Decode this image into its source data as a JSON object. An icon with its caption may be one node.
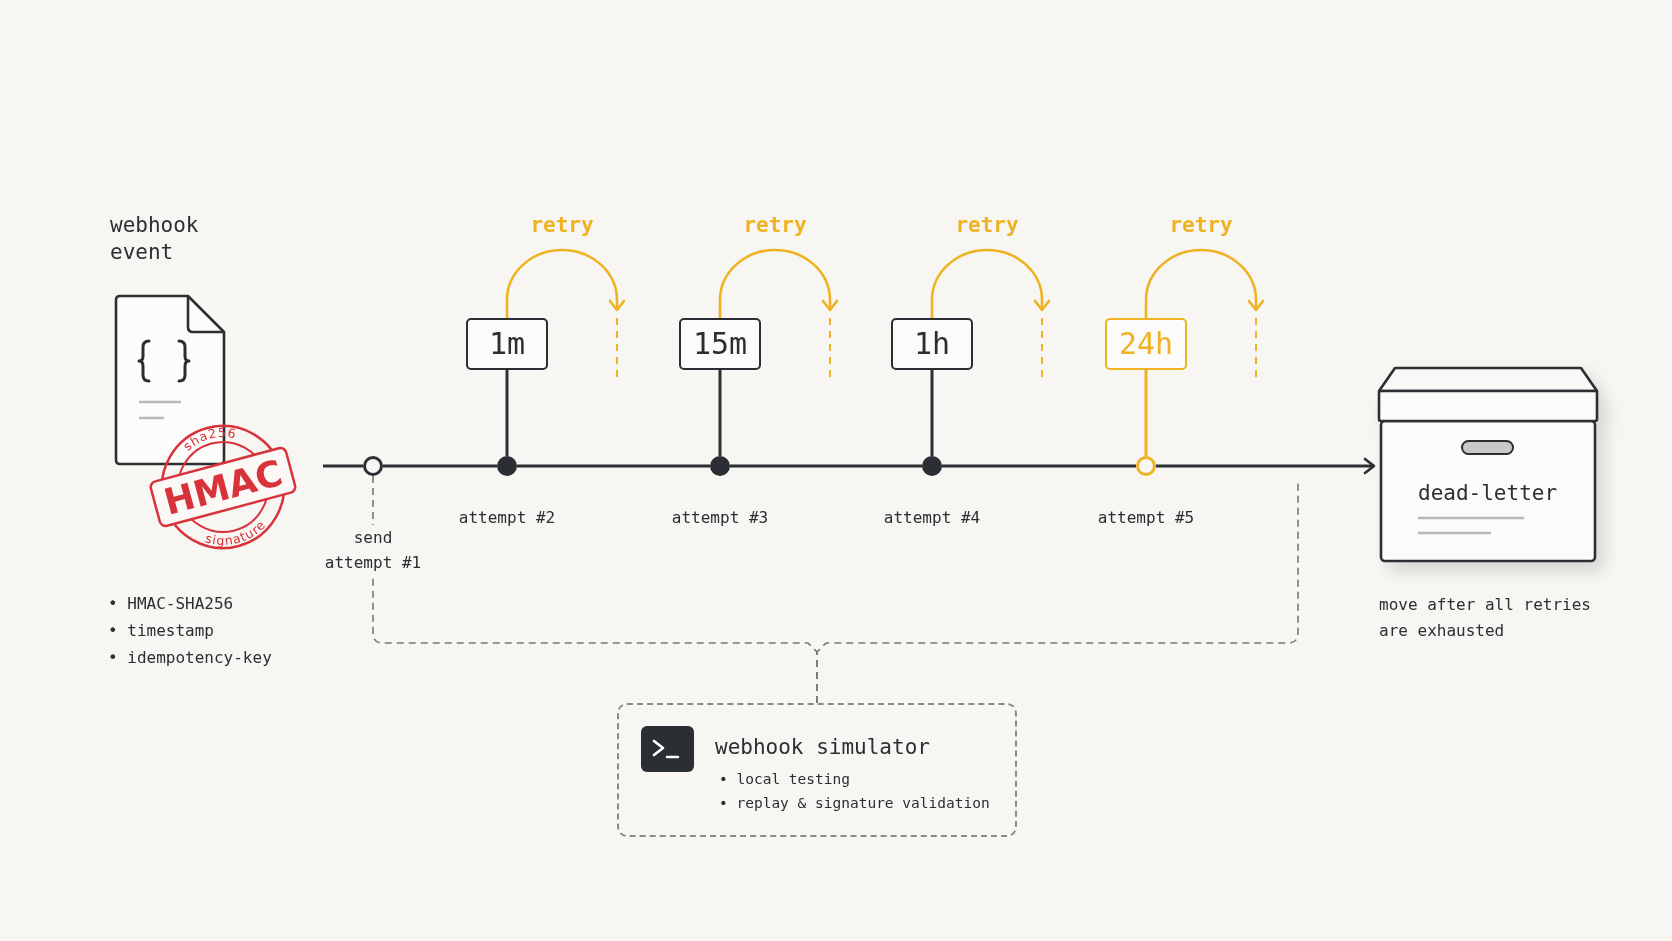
{
  "diagram": {
    "nodes": [
      {
        "text": [
          "webhook event"
        ]
      },
      {
        "text": [
          "sha256",
          "HMAC",
          "signature"
        ]
      },
      {
        "text": [],
        "shape": "circle"
      },
      {
        "text": [
          "send attempt #1"
        ]
      },
      {
        "text": [
          "1m"
        ]
      },
      {
        "text": [],
        "shape": "circle",
        "beside": [
          "attempt #2"
        ]
      },
      {
        "text": [
          "15m"
        ]
      },
      {
        "text": [],
        "shape": "circle",
        "beside": [
          "attempt #3"
        ]
      },
      {
        "text": [
          "1h"
        ]
      },
      {
        "text": [],
        "shape": "circle",
        "beside": [
          "attempt #4"
        ]
      },
      {
        "text": [
          "24h"
        ]
      },
      {
        "text": [],
        "shape": "circle",
        "beside": [
          "attempt #5"
        ]
      },
      {
        "text": [
          "dead-letter"
        ],
        "beside": [
          "move after all retries are exhausted"
        ]
      },
      {
        "text": [
          "webhook simulator",
          "• local testing",
          "• replay & signature validation"
        ]
      }
    ],
    "edges": [
      {
        "from": null,
        "to": 2,
        "arrow": "none"
      },
      {
        "from": 2,
        "to": 5,
        "arrow": "none"
      },
      {
        "from": 5,
        "to": 7,
        "arrow": "none"
      },
      {
        "from": 7,
        "to": 9,
        "arrow": "none"
      },
      {
        "from": 9,
        "to": 11,
        "arrow": "none"
      },
      {
        "from": 11,
        "to": 12,
        "arrow": "to"
      },
      {
        "from": 4,
        "to": 5,
        "arrow": "none"
      },
      {
        "from": 4,
        "to": null,
        "arrow": "to",
        "label": "retry",
        "color": "#efb321"
      },
      {
        "from": 6,
        "to": 7,
        "arrow": "none"
      },
      {
        "from": 6,
        "to": null,
        "arrow": "to",
        "label": "retry",
        "color": "#efb321"
      },
      {
        "from": 8,
        "to": 9,
        "arrow": "none"
      },
      {
        "from": 8,
        "to": null,
        "arrow": "to",
        "label": "retry",
        "color": "#efb321"
      },
      {
        "from": 10,
        "to": 11,
        "arrow": "none",
        "color": "#efb321"
      },
      {
        "from": 10,
        "to": null,
        "arrow": "to",
        "label": "retry",
        "color": "#efb321"
      },
      {
        "from": 2,
        "to": 3,
        "arrow": "none",
        "style": "dashed",
        "color": "#777777"
      },
      {
        "from": 3,
        "to": 13,
        "arrow": "none",
        "style": "dashed",
        "color": "#777777"
      },
      {
        "from": null,
        "to": 13,
        "arrow": "none",
        "style": "dashed",
        "color": "#777777"
      }
    ],
    "labels": [
      "• HMAC-SHA256",
      "• timestamp",
      "• idempotency-key"
    ]
  }
}
